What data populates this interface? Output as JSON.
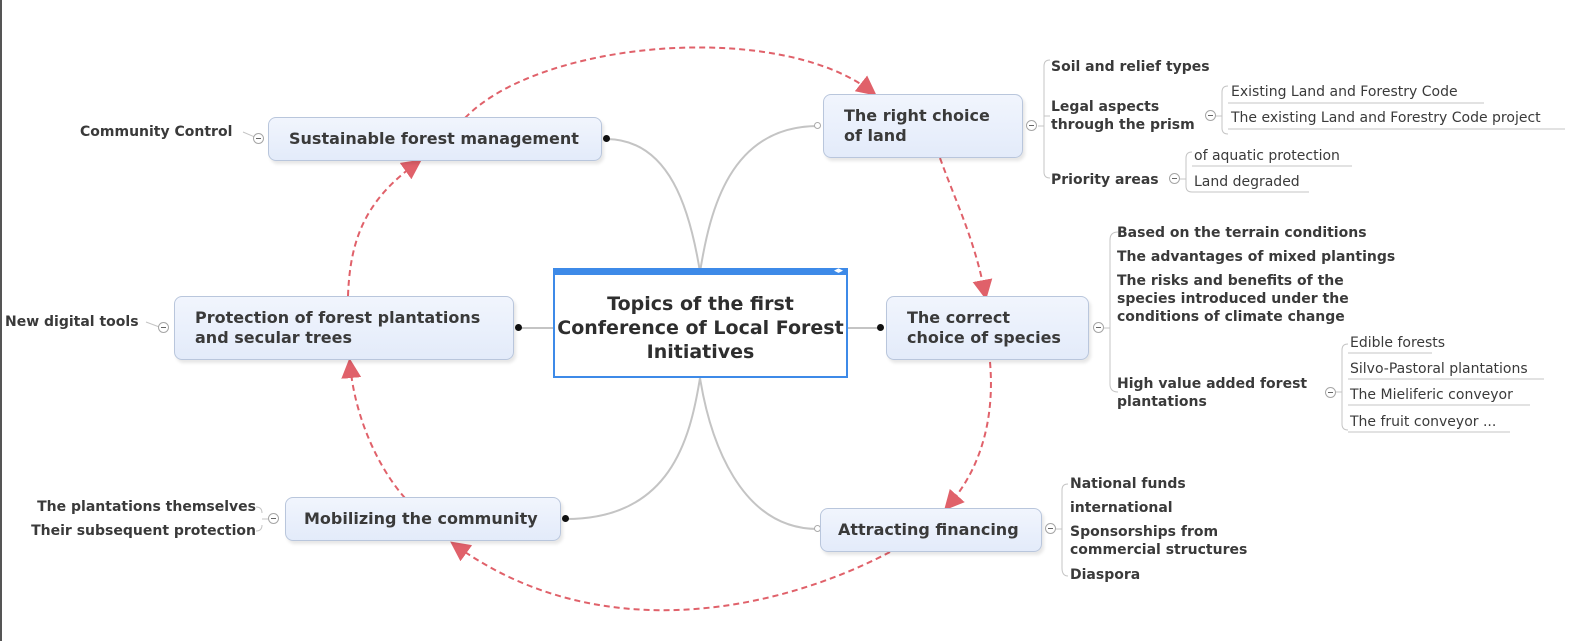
{
  "central": {
    "title": "Topics of the first Conference of Local Forest Initiatives"
  },
  "topics": {
    "land": "The right choice of land",
    "species": "The correct choice of species",
    "financing": "Attracting financing",
    "community": "Mobilizing the community",
    "protection": "Protection of forest plantations and secular trees",
    "sustainable": "Sustainable forest management"
  },
  "land": {
    "soil": "Soil and relief types",
    "legal": "Legal aspects through the prism",
    "legal_items": [
      "Existing Land and Forestry Code",
      "The existing Land and Forestry Code project"
    ],
    "priority": "Priority areas",
    "priority_items": [
      "of aquatic protection",
      "Land degraded"
    ]
  },
  "species": {
    "items": [
      "Based on the terrain conditions",
      "The advantages of mixed plantings",
      "The risks and benefits of the species introduced under the conditions of climate change",
      "High value added forest plantations"
    ],
    "high_value_items": [
      "Edible forests",
      "Silvo-Pastoral plantations",
      "The Mieliferic conveyor",
      "The fruit conveyor ..."
    ]
  },
  "financing": {
    "items": [
      "National funds",
      "international",
      "Sponsorships from commercial structures",
      "Diaspora"
    ]
  },
  "community": {
    "items": [
      "The plantations themselves",
      "Their subsequent protection"
    ]
  },
  "protection": {
    "items": [
      "New digital tools"
    ]
  },
  "sustainable": {
    "items": [
      "Community Control"
    ]
  },
  "colors": {
    "relationship": "#e0616a",
    "topic_border": "#b9c6dc",
    "central_fill": "#93aedb",
    "selection": "#3d8ae8"
  }
}
